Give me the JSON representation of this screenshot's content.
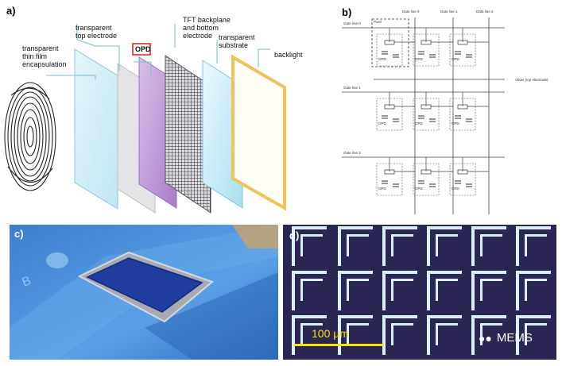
{
  "panel_a": {
    "label": "a)",
    "encapsulation": "transparent\nthin film\nencapsulation",
    "top_electrode": "transparent\ntop electrode",
    "opd": "OPD",
    "tft": "TFT backplane\nand bottom\nelectrode",
    "substrate": "transparent\nsubstrate",
    "backlight": "backlight"
  },
  "panel_b": {
    "label": "b)",
    "data_lines": [
      "Data line 0",
      "Data line 1",
      "Data line 2"
    ],
    "gate_lines": [
      "Gate line 0",
      "Gate line 1",
      "Gate line 2"
    ],
    "pixel_label": "Pixel",
    "vbias": "Vbias (top electrode)",
    "cell_label": "OPD"
  },
  "panel_c": {
    "label": "c)"
  },
  "panel_d": {
    "label": "d)",
    "scale": "100 µm"
  },
  "watermark": "MEMS",
  "colors": {
    "backlight": "#f2c25a",
    "opd": "#b48fd1",
    "micro_bg": "#2b2553",
    "micro_lines": "#d9f1f6",
    "scale_bar": "#f3e600",
    "chip_bg": "#4d8fd8"
  }
}
